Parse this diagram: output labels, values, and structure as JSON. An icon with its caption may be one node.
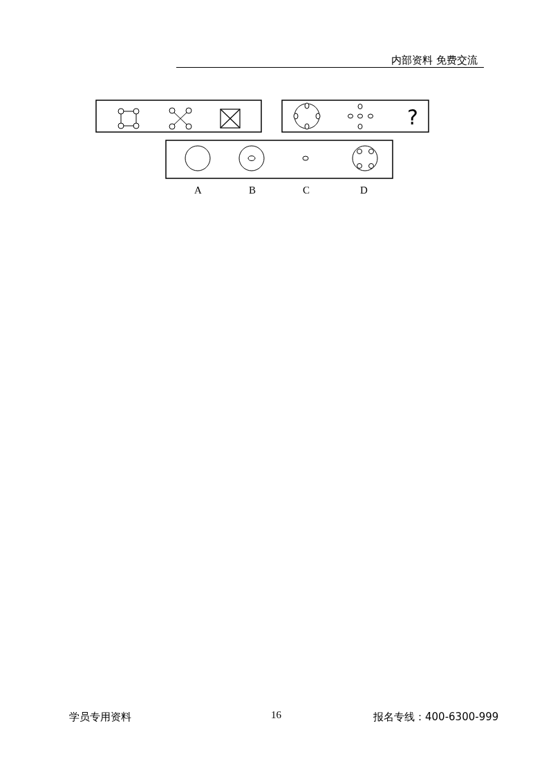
{
  "diagram": {
    "labels": [
      "内部资料 免费交流",
      "?",
      "A",
      "B",
      "C",
      "D",
      "学员专用资料",
      "16",
      "报名专线：400-6300-999"
    ]
  }
}
